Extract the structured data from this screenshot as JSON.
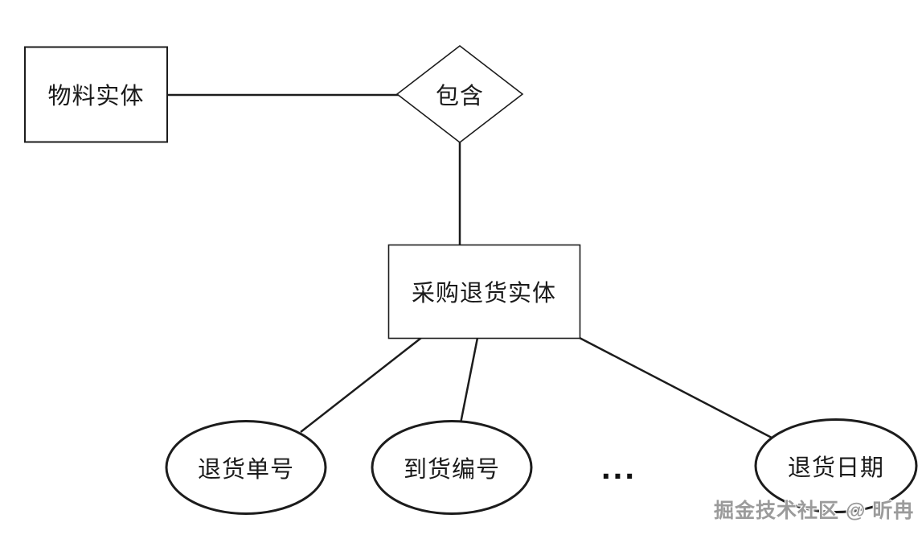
{
  "colors": {
    "background": "#ffffff",
    "stroke": "#1c1c1c",
    "watermark": "#9b9b9b"
  },
  "entities": [
    {
      "label": "物料实体"
    },
    {
      "label": "采购退货实体"
    }
  ],
  "relationship": {
    "label": "包含"
  },
  "attributes": [
    {
      "label": "退货单号"
    },
    {
      "label": "到货编号"
    },
    {
      "label": "退货日期"
    }
  ],
  "ellipsis": "...",
  "watermark": "掘金技术社区 @ 昕冉"
}
